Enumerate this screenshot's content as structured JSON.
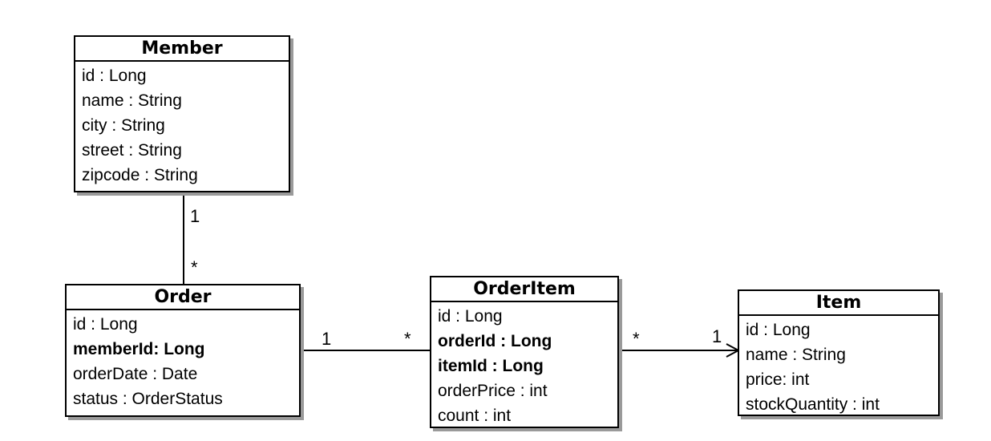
{
  "classes": {
    "member": {
      "name": "Member",
      "attributes": [
        {
          "text": "id : Long",
          "bold": false
        },
        {
          "text": "name : String",
          "bold": false
        },
        {
          "text": "city : String",
          "bold": false
        },
        {
          "text": "street : String",
          "bold": false
        },
        {
          "text": "zipcode : String",
          "bold": false
        }
      ]
    },
    "order": {
      "name": "Order",
      "attributes": [
        {
          "text": "id : Long",
          "bold": false
        },
        {
          "text": "memberId: Long",
          "bold": true
        },
        {
          "text": "orderDate : Date",
          "bold": false
        },
        {
          "text": "status : OrderStatus",
          "bold": false
        }
      ]
    },
    "orderitem": {
      "name": "OrderItem",
      "attributes": [
        {
          "text": "id : Long",
          "bold": false
        },
        {
          "text": "orderId : Long",
          "bold": true
        },
        {
          "text": "itemId : Long",
          "bold": true
        },
        {
          "text": "orderPrice : int",
          "bold": false
        },
        {
          "text": "count : int",
          "bold": false
        }
      ]
    },
    "item": {
      "name": "Item",
      "attributes": [
        {
          "text": "id : Long",
          "bold": false
        },
        {
          "text": "name : String",
          "bold": false
        },
        {
          "text": "price: int",
          "bold": false
        },
        {
          "text": "stockQuantity : int",
          "bold": false
        }
      ]
    }
  },
  "associations": [
    {
      "from": "Member",
      "to": "Order",
      "from_multiplicity": "1",
      "to_multiplicity": "*"
    },
    {
      "from": "Order",
      "to": "OrderItem",
      "from_multiplicity": "1",
      "to_multiplicity": "*"
    },
    {
      "from": "OrderItem",
      "to": "Item",
      "from_multiplicity": "*",
      "to_multiplicity": "1",
      "navigable_end": "Item"
    }
  ]
}
